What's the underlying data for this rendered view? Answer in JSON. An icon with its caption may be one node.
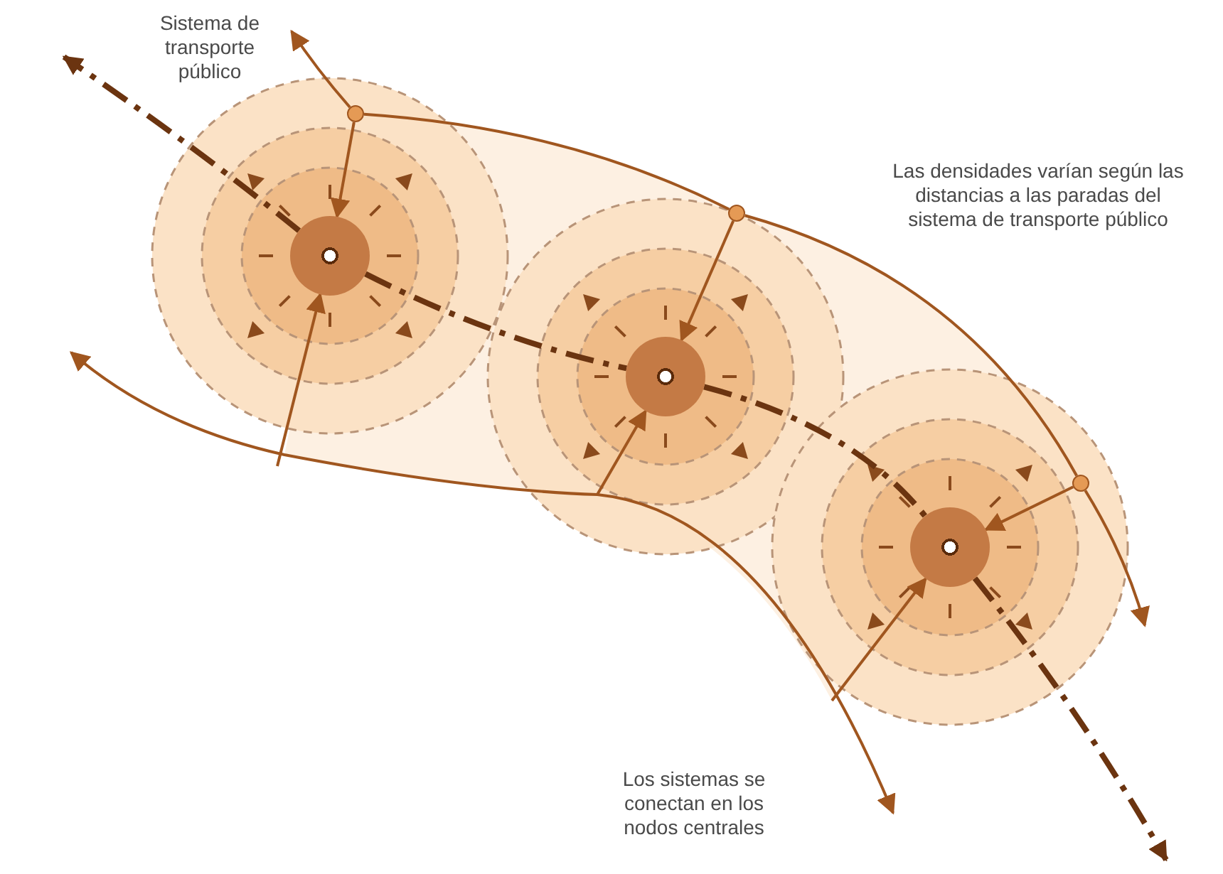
{
  "diagram": {
    "nodes": [
      {
        "text": [],
        "shape": "circle"
      },
      {
        "text": [],
        "shape": "circle"
      },
      {
        "text": [],
        "shape": "circle"
      },
      {
        "text": [],
        "shape": "circle"
      },
      {
        "text": [],
        "shape": "circle"
      },
      {
        "text": [],
        "shape": "circle"
      }
    ],
    "edges": [
      {
        "from": 0,
        "to": null,
        "arrow": "to",
        "style": "dashed",
        "color": "#6b3410"
      },
      {
        "from": 0,
        "to": 1,
        "arrow": "none",
        "style": "dashed",
        "color": "#6b3410"
      },
      {
        "from": 1,
        "to": 2,
        "arrow": "none",
        "style": "dashed",
        "color": "#6b3410"
      },
      {
        "from": 2,
        "to": null,
        "arrow": "to",
        "style": "dashed",
        "color": "#6b3410"
      },
      {
        "from": 3,
        "to": null,
        "arrow": "to"
      },
      {
        "from": 3,
        "to": 4,
        "arrow": "none"
      },
      {
        "from": 4,
        "to": 5,
        "arrow": "none"
      },
      {
        "from": 5,
        "to": null,
        "arrow": "to"
      },
      {
        "from": 3,
        "to": 0,
        "arrow": "to"
      },
      {
        "from": 4,
        "to": 1,
        "arrow": "to"
      },
      {
        "from": 5,
        "to": 2,
        "arrow": "to"
      },
      {
        "from": null,
        "to": 0,
        "arrow": "to"
      },
      {
        "from": null,
        "to": 1,
        "arrow": "to"
      },
      {
        "from": null,
        "to": 2,
        "arrow": "to"
      }
    ],
    "labels": [
      "Sistema de transporte público",
      "Las densidades varían según las distancias a las paradas del sistema de transporte público",
      "Los sistemas se conectan en los nodos centrales"
    ]
  }
}
